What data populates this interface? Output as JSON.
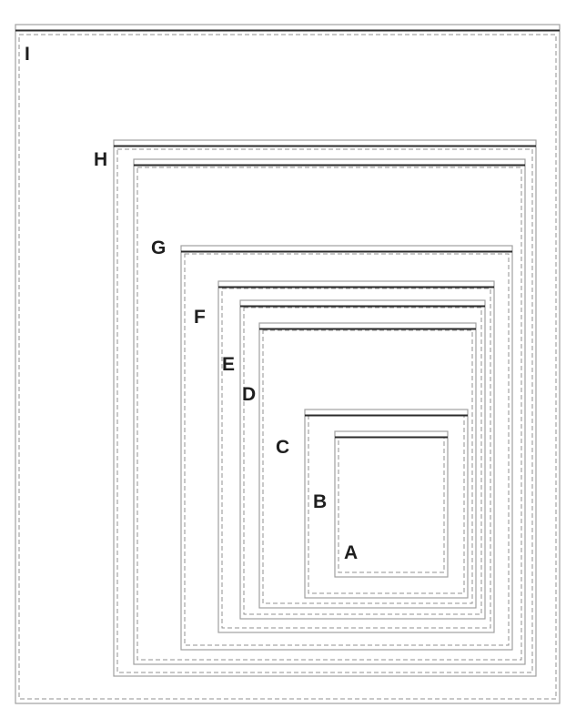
{
  "diagram": {
    "style": {
      "line_color": "#2b2b2b",
      "outline_color": "#a0a0a0",
      "dash_color": "#909090",
      "label_color": "#1e1e1e",
      "background": "#ffffff"
    },
    "frames": [
      {
        "id": "I",
        "label": "I"
      },
      {
        "id": "H",
        "label": "H"
      },
      {
        "id": "G",
        "label": "G"
      },
      {
        "id": "F",
        "label": "F"
      },
      {
        "id": "E",
        "label": "E"
      },
      {
        "id": "D",
        "label": "D"
      },
      {
        "id": "C",
        "label": "C"
      },
      {
        "id": "B",
        "label": "B"
      },
      {
        "id": "A",
        "label": "A"
      }
    ]
  }
}
